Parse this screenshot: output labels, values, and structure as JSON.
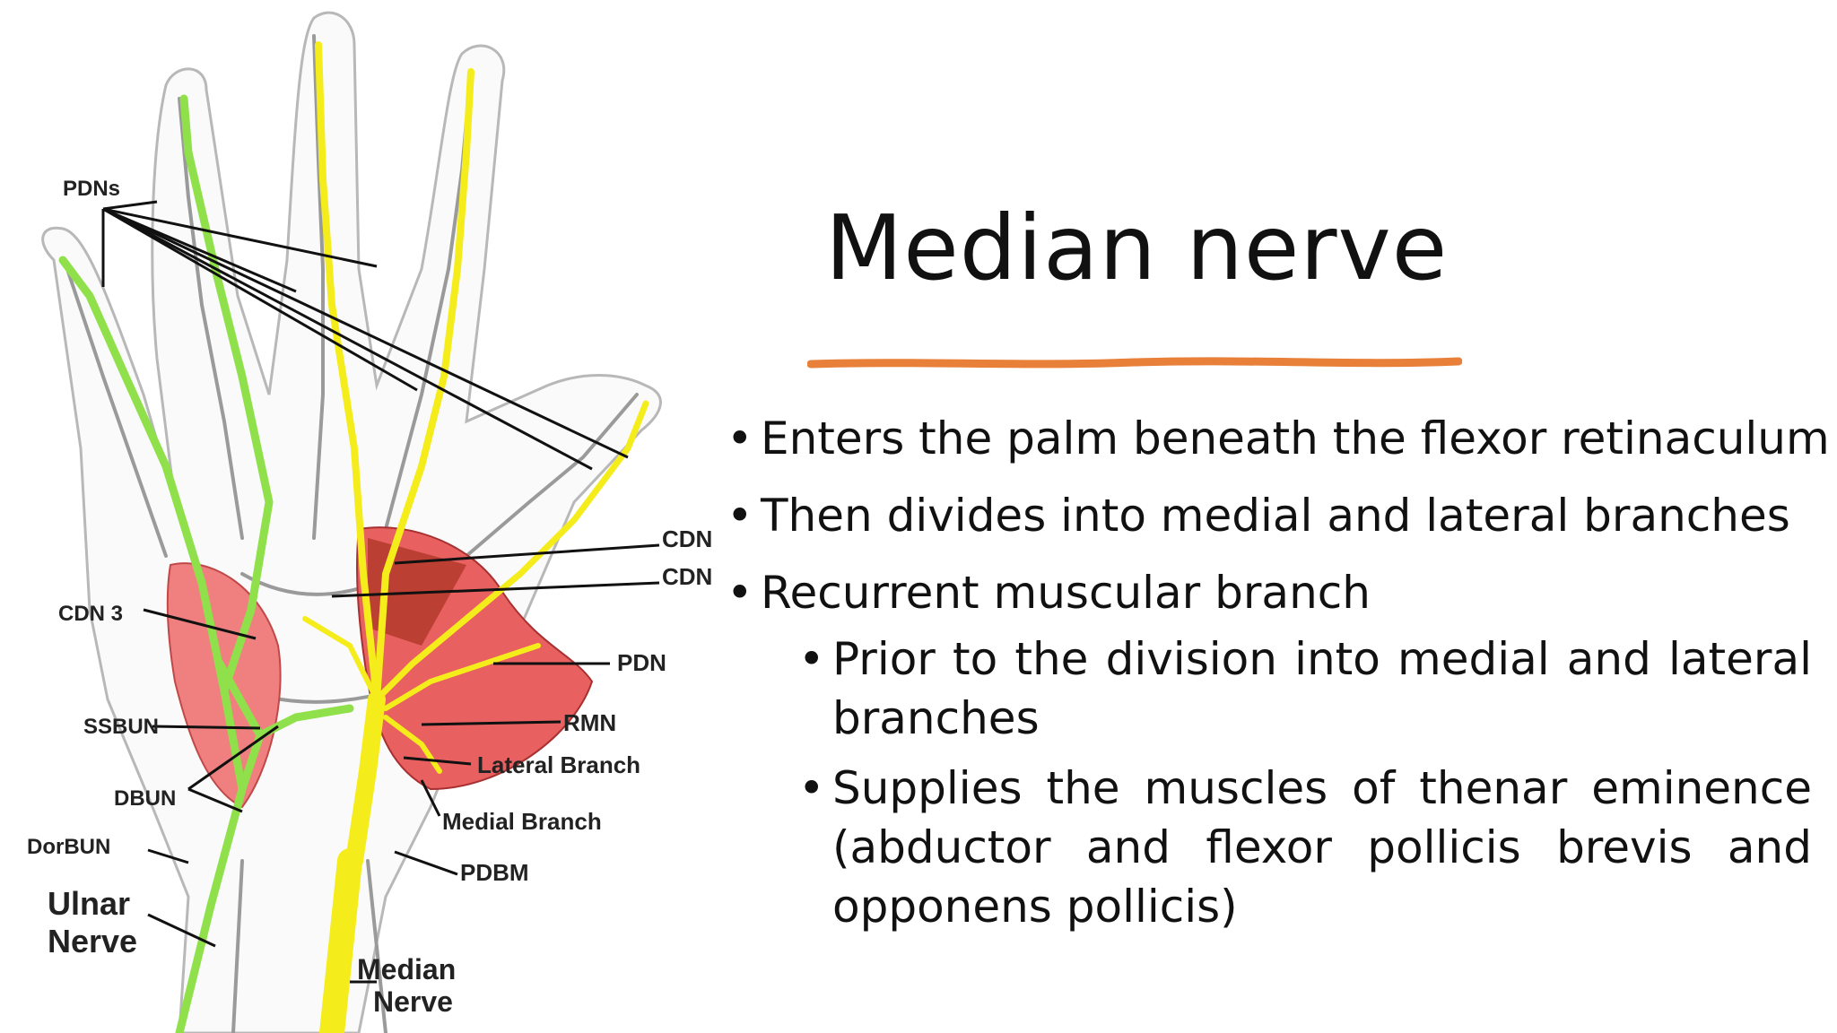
{
  "slide": {
    "title": "Median nerve",
    "accent_color": "#e8803a",
    "bullets": [
      {
        "text": "Enters the palm beneath the flexor retinaculum"
      },
      {
        "text": "Then divides into medial and lateral branches"
      },
      {
        "text": "Recurrent muscular branch"
      }
    ],
    "sub_bullets": [
      {
        "text": "Prior to the division into medial and lateral branches"
      },
      {
        "text": "Supplies the muscles of thenar eminence (abductor and flexor pollicis brevis and opponens pollicis)"
      }
    ]
  },
  "figure": {
    "nerve_colors": {
      "ulnar": "#8fe04a",
      "median": "#f5ec1c",
      "muscle": "#e05a5a"
    },
    "labels": {
      "pdns": "PDNs",
      "cdn_a": "CDN",
      "cdn_b": "CDN",
      "cdn3": "CDN 3",
      "pdn": "PDN",
      "ssbun": "SSBUN",
      "rmn": "RMN",
      "lateral_branch": "Lateral Branch",
      "dbun": "DBUN",
      "medial_branch": "Medial Branch",
      "dorbun": "DorBUN",
      "pdbm": "PDBM",
      "ulnar_line1": "Ulnar",
      "ulnar_line2": "Nerve",
      "median_line1": "Median",
      "median_line2": "Nerve"
    }
  }
}
